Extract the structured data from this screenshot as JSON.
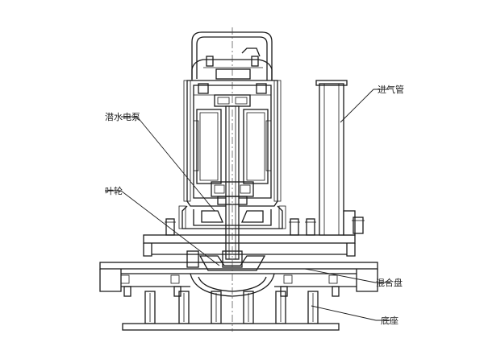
{
  "labels": {
    "intake_pipe": "进气管",
    "submersible_pump": "潜水电泵",
    "impeller": "叶轮",
    "mixing_plate": "混合盘",
    "base": "底座"
  },
  "colors": {
    "line": "#1a1a1a",
    "background": "#ffffff"
  }
}
